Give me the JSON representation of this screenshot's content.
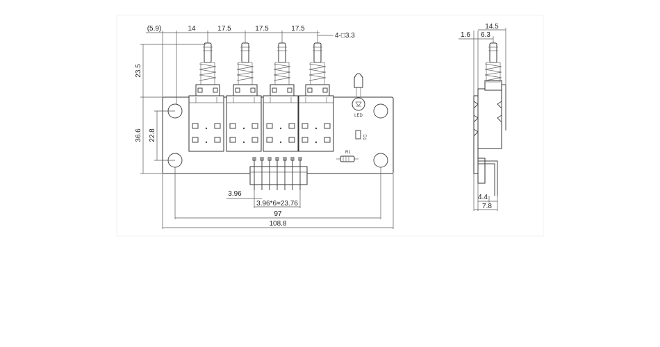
{
  "front_view": {
    "dims": {
      "offset": "(5.9)",
      "pitch_first": "14",
      "pitch_1": "17.5",
      "pitch_2": "17.5",
      "pitch_3": "17.5",
      "hole": "4-□3.3",
      "height_plunger": "23.5",
      "height_board": "36.6",
      "height_holes": "22.8",
      "pin_pitch": "3.96",
      "pin_span": "3.96*6=23.76",
      "hole_span": "97",
      "board_width": "108.8"
    },
    "labels": {
      "led": "LED",
      "resistor": "R1",
      "diode": "D1"
    }
  },
  "side_view": {
    "dims": {
      "top_a": "1.6",
      "top_b": "6.3",
      "top_total": "14.5",
      "bottom_a": "4.4",
      "bottom_b": "7.8"
    }
  }
}
